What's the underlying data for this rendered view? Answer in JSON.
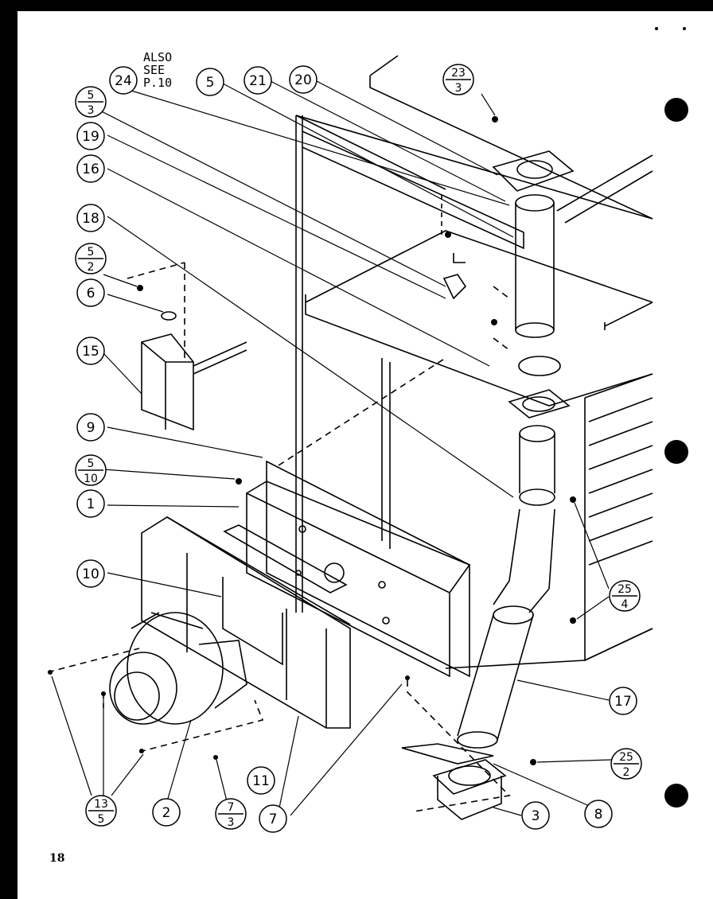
{
  "note": [
    "ALSO",
    "SEE",
    "P.10"
  ],
  "page_number": "18",
  "callouts": [
    {
      "id": "c24",
      "text": "24"
    },
    {
      "id": "c5",
      "text": "5"
    },
    {
      "id": "c21",
      "text": "21"
    },
    {
      "id": "c20",
      "text": "20"
    },
    {
      "id": "c19",
      "text": "19"
    },
    {
      "id": "c16",
      "text": "16"
    },
    {
      "id": "c18",
      "text": "18"
    },
    {
      "id": "c6",
      "text": "6"
    },
    {
      "id": "c15",
      "text": "15"
    },
    {
      "id": "c9",
      "text": "9"
    },
    {
      "id": "c1",
      "text": "1"
    },
    {
      "id": "c10",
      "text": "10"
    },
    {
      "id": "c17",
      "text": "17"
    },
    {
      "id": "c2",
      "text": "2"
    },
    {
      "id": "c11",
      "text": "11"
    },
    {
      "id": "c7",
      "text": "7"
    },
    {
      "id": "c3",
      "text": "3"
    },
    {
      "id": "c8",
      "text": "8"
    }
  ],
  "fraction_callouts": [
    {
      "id": "f53",
      "top": "5",
      "bottom": "3"
    },
    {
      "id": "f233",
      "top": "23",
      "bottom": "3"
    },
    {
      "id": "f52",
      "top": "5",
      "bottom": "2"
    },
    {
      "id": "f510",
      "top": "5",
      "bottom": "10"
    },
    {
      "id": "f254",
      "top": "25",
      "bottom": "4"
    },
    {
      "id": "f252",
      "top": "25",
      "bottom": "2"
    },
    {
      "id": "f135",
      "top": "13",
      "bottom": "5"
    },
    {
      "id": "f73",
      "top": "7",
      "bottom": "3"
    }
  ]
}
